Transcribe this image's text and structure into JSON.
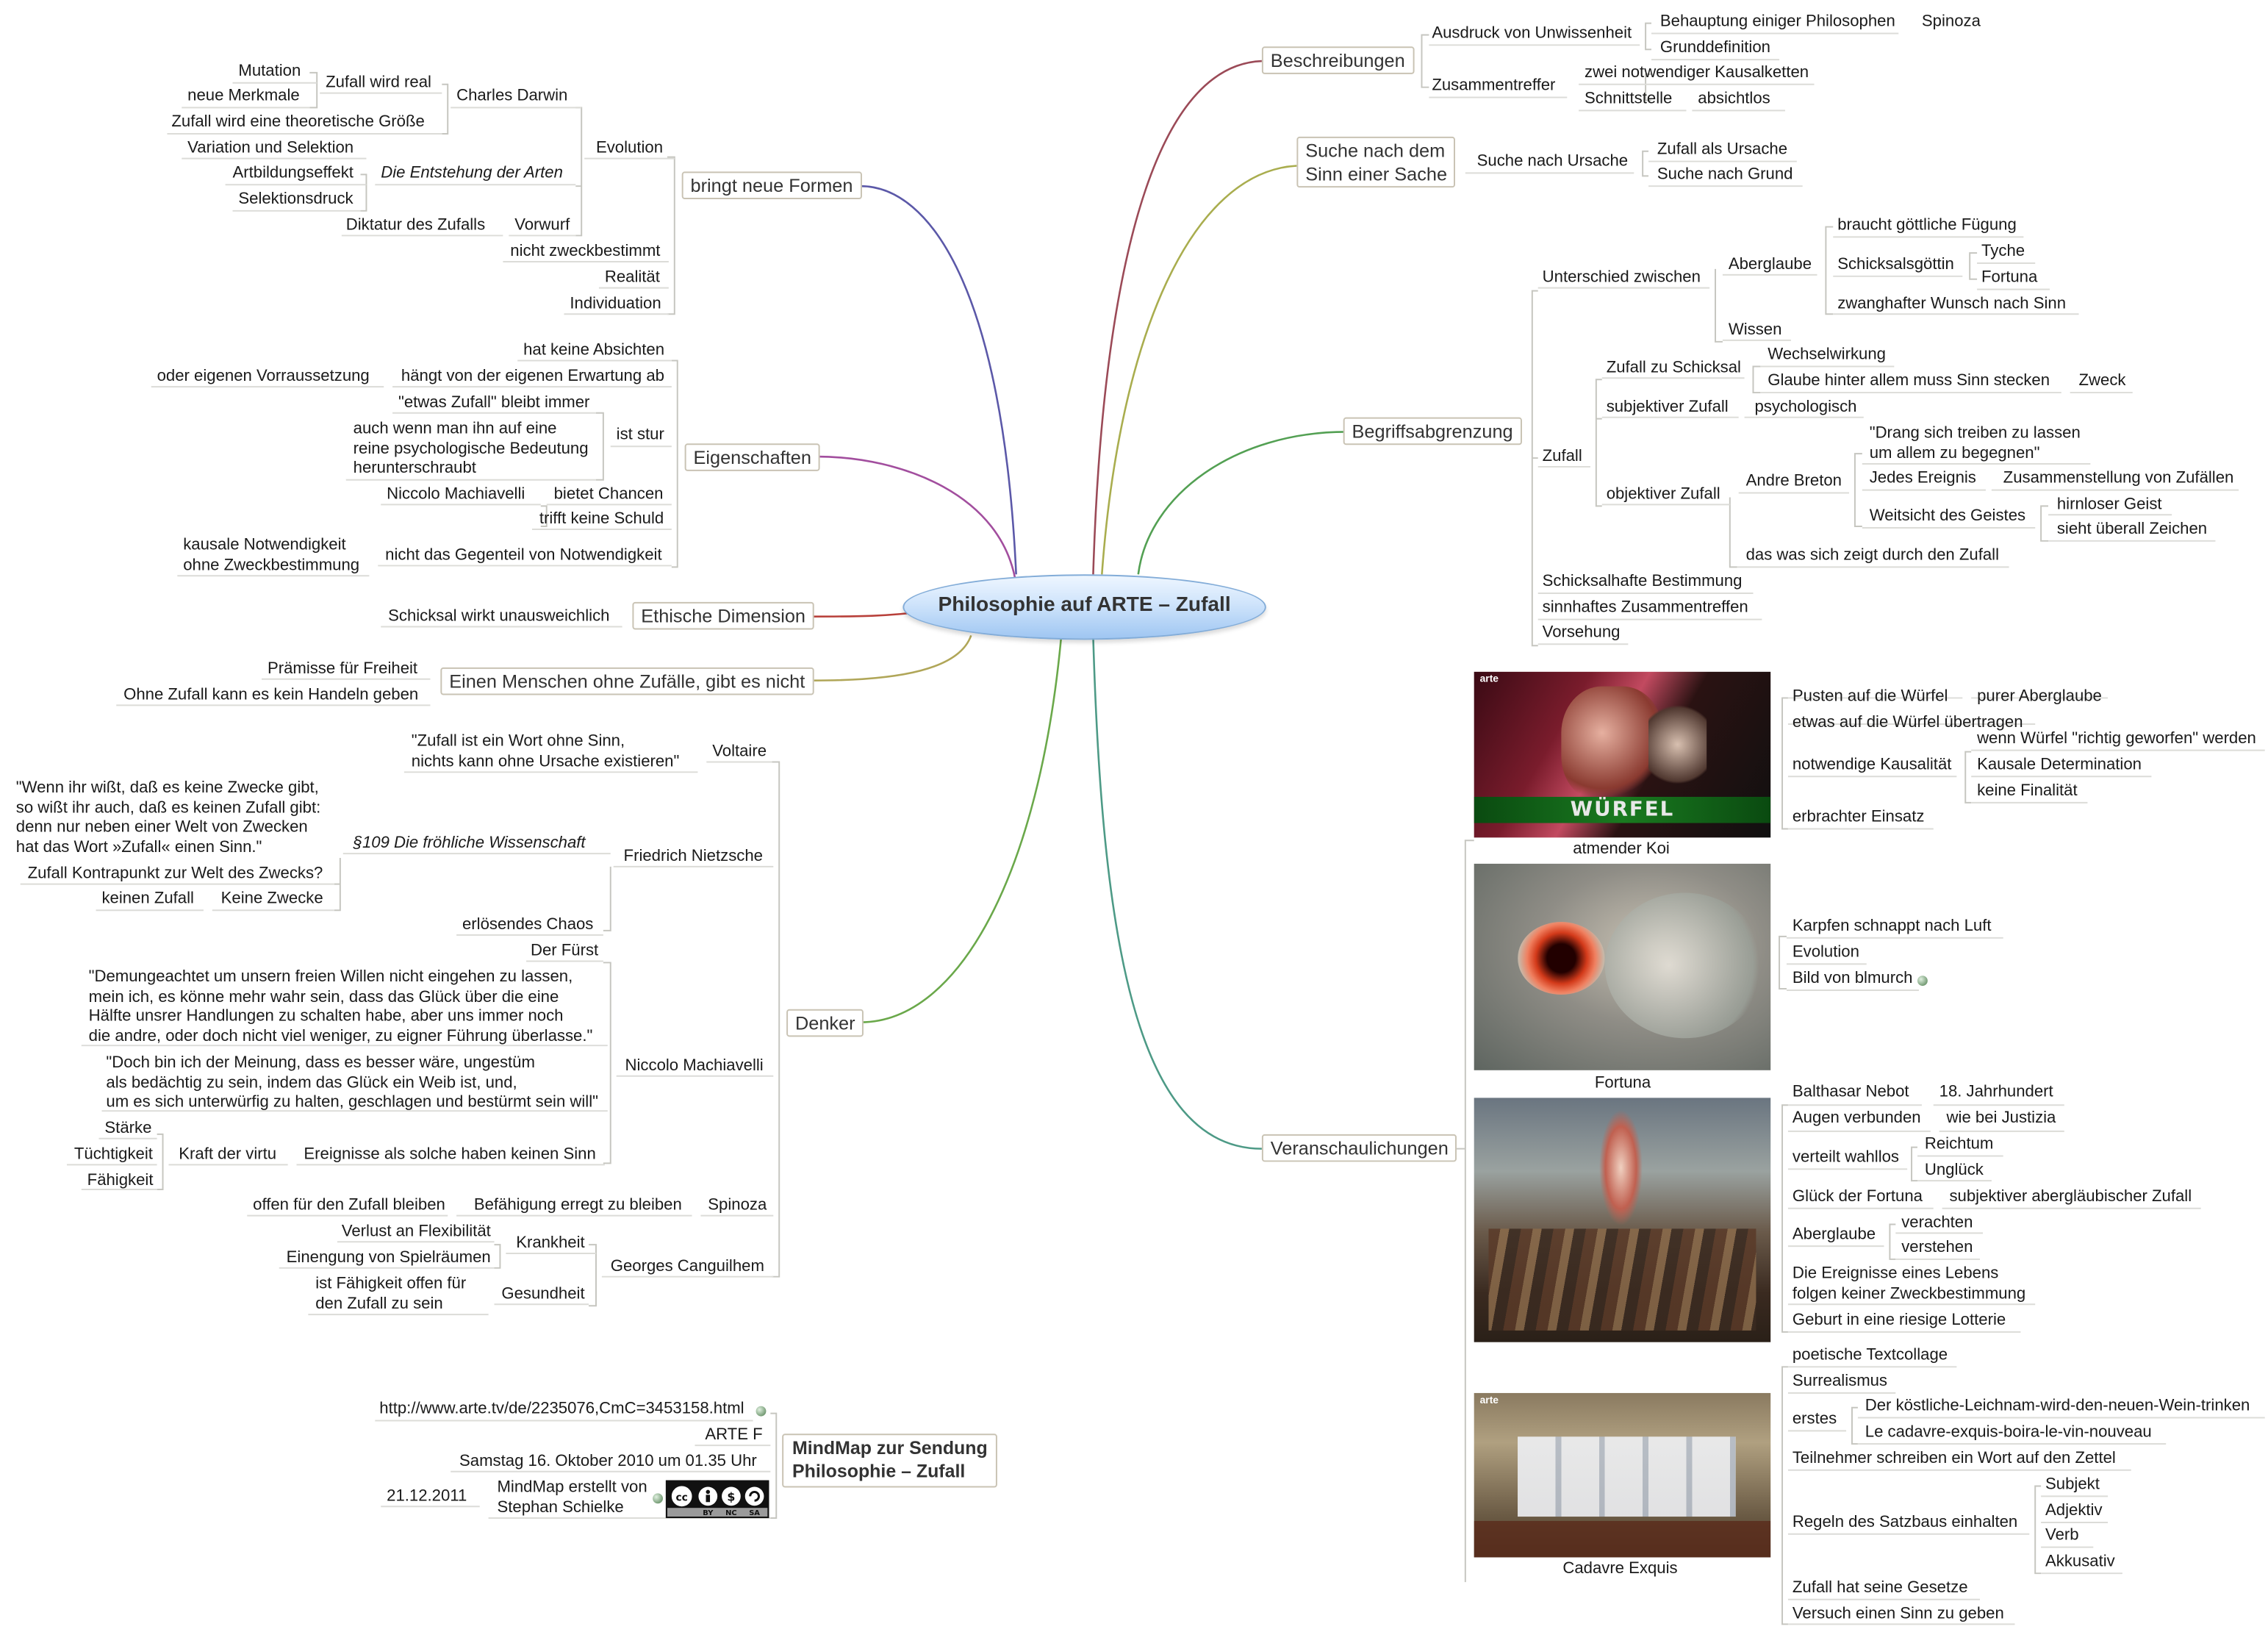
{
  "center": "Philosophie auf ARTE – Zufall",
  "branches": {
    "beschreibungen": "Beschreibungen",
    "suche": "Suche nach dem\nSinn einer Sache",
    "begriff": "Begriffsabgrenzung",
    "veranschaulichungen": "Veranschaulichungen",
    "formen": "bringt neue Formen",
    "eigenschaften": "Eigenschaften",
    "ethisch": "Ethische Dimension",
    "menschen": "Einen Menschen ohne Zufälle, gibt es nicht",
    "denker": "Denker",
    "mindmap": "MindMap zur Sendung\nPhilosophie – Zufall"
  },
  "right": {
    "ausdruck": "Ausdruck von Unwissenheit",
    "behauptung": "Behauptung einiger Philosophen",
    "spinoza": "Spinoza",
    "grunddef": "Grunddefinition",
    "zusammentreffer": "Zusammentreffer",
    "zwei": "zwei notwendiger Kausalketten",
    "schnittstelle": "Schnittstelle",
    "absichtlos": "absichtlos",
    "nachursache": "Suche nach Ursache",
    "alsursache": "Zufall als Ursache",
    "nachgrund": "Suche nach Grund",
    "unterschied": "Unterschied zwischen",
    "aberglaube": "Aberglaube",
    "goettlich": "braucht göttliche Fügung",
    "schicksalsgoettin": "Schicksalsgöttin",
    "tyche": "Tyche",
    "fortuna": "Fortuna",
    "zwanghaft": "zwanghafter Wunsch nach Sinn",
    "wissen": "Wissen",
    "zuschicksal": "Zufall zu Schicksal",
    "wechsel": "Wechselwirkung",
    "glaube": "Glaube hinter allem muss Sinn stecken",
    "zweck": "Zweck",
    "zufall": "Zufall",
    "subjektiv": "subjektiver Zufall",
    "psycho": "psychologisch",
    "objektiv": "objektiver Zufall",
    "drang": "\"Drang sich treiben zu lassen\num allem zu begegnen\"",
    "breton": "Andre Breton",
    "jedes": "Jedes Ereignis",
    "zusammenstellung": "Zusammenstellung von Zufällen",
    "weitsicht": "Weitsicht des Geistes",
    "hirnlos": "hirnloser Geist",
    "zeichen": "sieht überall Zeichen",
    "daswas": "das was sich zeigt durch den Zufall",
    "schicksalhaft": "Schicksalhafte Bestimmung",
    "sinnhaft": "sinnhaftes Zusammentreffen",
    "vorsehung": "Vorsehung",
    "pusten": "Pusten auf die Würfel",
    "purer": "purer Aberglaube",
    "etwas": "etwas auf die Würfel übertragen",
    "notwendig": "notwendige Kausalität",
    "wenn": "wenn Würfel \"richtig geworfen\" werden",
    "kausale": "Kausale Determination",
    "keine_final": "keine Finalität",
    "einsatz": "erbrachter Einsatz",
    "koi": "atmender Koi",
    "karpfen": "Karpfen schnappt nach Luft",
    "evolution2": "Evolution",
    "bild": "Bild von blmurch",
    "fortuna_cap": "Fortuna",
    "balthasar": "Balthasar Nebot",
    "jh": "18. Jahrhundert",
    "augen": "Augen verbunden",
    "justizia": "wie bei Justizia",
    "verteilt": "verteilt wahllos",
    "reichtum": "Reichtum",
    "unglueck": "Unglück",
    "glueck": "Glück der Fortuna",
    "subjabergl": "subjektiver abergläubischer Zufall",
    "aberglaube2": "Aberglaube",
    "verachten": "verachten",
    "verstehen": "verstehen",
    "ereignisse": "Die Ereignisse eines Lebens\nfolgen keiner Zweckbestimmung",
    "geburt": "Geburt in eine riesige Lotterie",
    "poetisch": "poetische Textcollage",
    "surreal": "Surrealismus",
    "erstes": "erstes",
    "koestlich": "Der köstliche-Leichnam-wird-den-neuen-Wein-trinken",
    "cadavre_fr": "Le cadavre-exquis-boira-le-vin-nouveau",
    "teilnehmer": "Teilnehmer schreiben ein Wort auf den Zettel",
    "regeln": "Regeln des Satzbaus einhalten",
    "subjekt": "Subjekt",
    "adjektiv": "Adjektiv",
    "verb": "Verb",
    "akkusativ": "Akkusativ",
    "cadavre_cap": "Cadavre Exquis",
    "gesetze": "Zufall hat seine Gesetze",
    "versuch": "Versuch einen Sinn zu geben",
    "wuerfel_label": "WÜRFEL",
    "arte1": "arte",
    "arte2": "arte"
  },
  "left": {
    "mutation": "Mutation",
    "merkmale": "neue Merkmale",
    "wirdreal": "Zufall wird real",
    "darwin": "Charles Darwin",
    "theoretisch": "Zufall wird eine theoretische Größe",
    "variation": "Variation und Selektion",
    "evolution": "Evolution",
    "artbildung": "Artbildungseffekt",
    "entstehung": "Die Entstehung der Arten",
    "selektions": "Selektionsdruck",
    "diktatur": "Diktatur des Zufalls",
    "vorwurf": "Vorwurf",
    "nichtzweck": "nicht zweckbestimmt",
    "realitaet": "Realität",
    "individ": "Individuation",
    "absichten": "hat keine Absichten",
    "vorraus": "oder eigenen Vorraussetzung",
    "erwartung": "hängt von der eigenen Erwartung ab",
    "etwaszufall": "\"etwas Zufall\" bleibt immer",
    "auchwenn": "auch wenn man ihn auf eine\nreine psychologische Bedeutung\nherunterschraubt",
    "stur": "ist stur",
    "machiavelli_s": "Niccolo Machiavelli",
    "chancen": "bietet Chancen",
    "schuld": "trifft keine Schuld",
    "kausaleN": "kausale Notwendigkeit\nohne Zweckbestimmung",
    "gegenteil": "nicht das Gegenteil von Notwendigkeit",
    "schicksal": "Schicksal wirkt unausweichlich",
    "praemisse": "Prämisse für Freiheit",
    "handeln": "Ohne Zufall kann es kein Handeln geben",
    "voltaire_q": "\"Zufall ist ein Wort ohne Sinn,\nnichts kann ohne Ursache existieren\"",
    "voltaire": "Voltaire",
    "nietzsche_q": "\"Wenn ihr wißt, daß es keine Zwecke gibt,\nso wißt ihr auch, daß es keinen Zufall gibt:\ndenn nur neben einer Welt von Zwecken\nhat das Wort »Zufall« einen Sinn.\"",
    "p109": "§109 Die fröhliche Wissenschaft",
    "nietzsche": "Friedrich Nietzsche",
    "kontrapunkt": "Zufall Kontrapunkt zur Welt des Zwecks?",
    "keinenzufall": "keinen Zufall",
    "keinezwecke": "Keine Zwecke",
    "chaos": "erlösendes Chaos",
    "fuerst": "Der Fürst",
    "demungeachtet": "\"Demungeachtet um unsern freien Willen nicht eingehen zu lassen,\nmein ich, es könne mehr wahr sein, dass das Glück über die eine\nHälfte unsrer Handlungen zu schalten habe, aber uns immer noch\ndie andre, oder doch nicht viel weniger, zu eigner Führung überlasse.\"",
    "machiavelli": "Niccolo Machiavelli",
    "dochbin": "\"Doch bin ich der Meinung, dass es besser wäre, ungestüm\nals bedächtig zu sein, indem das Glück ein Weib ist, und,\num es sich unterwürfig zu halten, geschlagen und bestürmt sein will\"",
    "staerke": "Stärke",
    "tuechtigkeit": "Tüchtigkeit",
    "kraft": "Kraft der virtu",
    "ereignisse": "Ereignisse als solche haben keinen Sinn",
    "faehigkeit": "Fähigkeit",
    "offen": "offen für den Zufall bleiben",
    "befaehigung": "Befähigung erregt zu bleiben",
    "spinoza": "Spinoza",
    "verlust": "Verlust an Flexibilität",
    "krankheit": "Krankheit",
    "einengung": "Einengung von Spielräumen",
    "canguilhem": "Georges Canguilhem",
    "istfaehig": "ist Fähigkeit offen für\nden Zufall zu sein",
    "gesundheit": "Gesundheit",
    "url": "http://www.arte.tv/de/2235076,CmC=3453158.html",
    "artef": "ARTE F",
    "samstag": "Samstag 16. Oktober 2010 um 01.35 Uhr",
    "datum": "21.12.2011",
    "erstellt": "MindMap erstellt von\nStephan Schielke",
    "cc_by": "BY",
    "cc_nc": "NC",
    "cc_sa": "SA"
  },
  "colors": {
    "beschreibungen": "#9b4a57",
    "suche": "#a9ad4e",
    "begriff": "#53a053",
    "veranschaulichungen": "#4d9a86",
    "formen": "#5b58a8",
    "eigenschaften": "#a24e9e",
    "ethisch": "#b8403a",
    "menschen": "#b0a658",
    "denker": "#6aa84a",
    "leaf": "#c6c6c0"
  }
}
